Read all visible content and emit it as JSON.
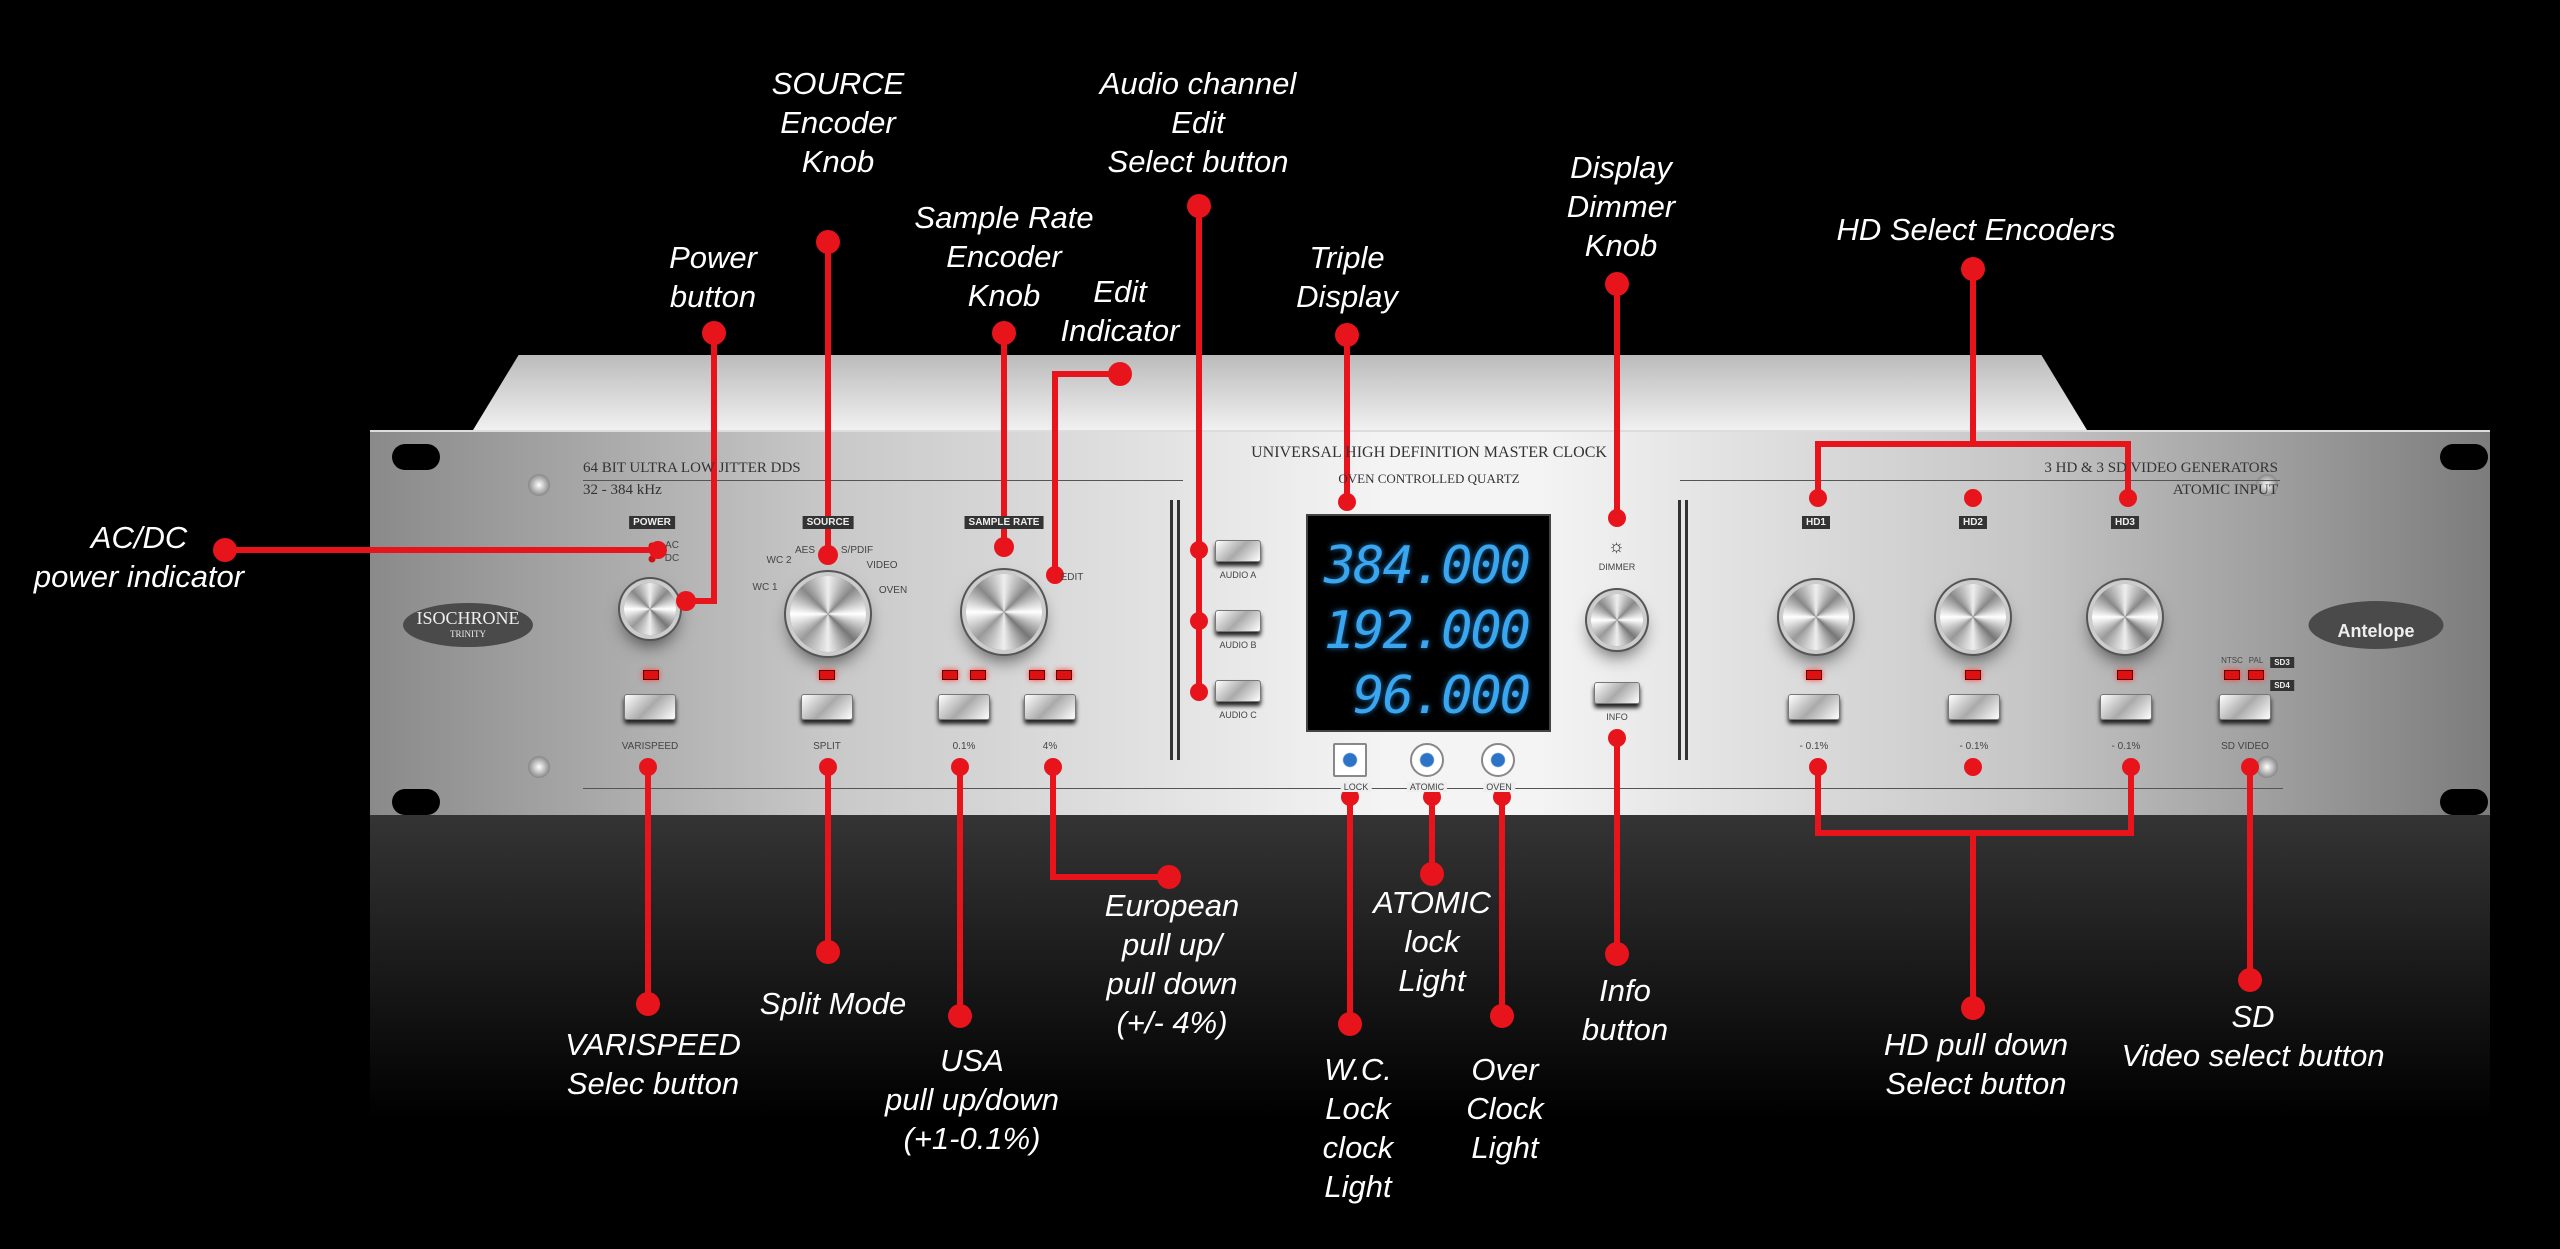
{
  "panel": {
    "left_title": "64 BIT ULTRA LOW JITTER DDS",
    "left_sub": "32 - 384 kHz",
    "center_title": "UNIVERSAL HIGH DEFINITION MASTER CLOCK",
    "center_sub": "OVEN CONTROLLED QUARTZ",
    "right_title": "3 HD & 3 SD VIDEO GENERATORS",
    "right_sub": "ATOMIC INPUT",
    "brand_left": "ISOCHRONE",
    "brand_left_sub": "TRINITY",
    "brand_right": "Antelope",
    "power": "POWER",
    "ac": "AC",
    "dc": "DC",
    "source": "SOURCE",
    "sample_rate": "SAMPLE RATE",
    "edit": "EDIT",
    "source_positions": [
      "WC 1",
      "WC 2",
      "AES",
      "S/PDIF",
      "VIDEO",
      "OVEN"
    ],
    "buttons": [
      "VARISPEED",
      "SPLIT",
      "0.1%",
      "4%"
    ],
    "audio": [
      "AUDIO A",
      "AUDIO B",
      "AUDIO C"
    ],
    "display": [
      "384.000",
      "192.000",
      "96.000"
    ],
    "dimmer": "DIMMER",
    "info": "INFO",
    "status": [
      "LOCK",
      "ATOMIC",
      "OVEN"
    ],
    "hd": [
      "HD1",
      "HD2",
      "HD3"
    ],
    "hd_buttons": [
      "- 0.1%",
      "- 0.1%",
      "- 0.1%"
    ],
    "sd_video": "SD VIDEO",
    "ntsc": "NTSC",
    "pal": "PAL",
    "sd3": "SD3",
    "sd4": "SD4"
  },
  "callouts": {
    "source": "SOURCE\nEncoder\nKnob",
    "power": "Power\nbutton",
    "sample": "Sample Rate\nEncoder\nKnob",
    "edit": "Edit\nIndicator",
    "audio": "Audio channel\nEdit\nSelect button",
    "display": "Triple\nDisplay",
    "dimmer": "Display\nDimmer\nKnob",
    "hd": "HD Select Encoders",
    "acdc": "AC/DC\npower indicator",
    "varispeed": "VARISPEED\nSelec button",
    "split": "Split Mode",
    "usa": "USA\npull up/down\n(+1-0.1%)",
    "euro": "European\npull up/\npull down\n(+/- 4%)",
    "atomic": "ATOMIC\nlock\nLight",
    "wc": "W.C.\nLock\nclock\nLight",
    "oven": "Over\nClock\nLight",
    "info": "Info\nbutton",
    "hdpull": "HD pull down\nSelect button",
    "sd": "SD\nVideo select button"
  },
  "colors": {
    "callout": "#e8141c",
    "display": "#3aa6f0"
  }
}
